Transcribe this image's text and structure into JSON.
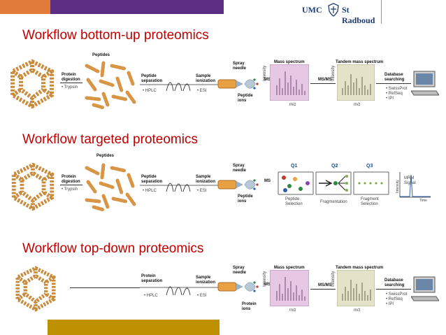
{
  "brand": {
    "colors": {
      "orange": "#e07b39",
      "purple": "#5b2d83",
      "gold": "#bf9000",
      "red": "#c00000",
      "umc_blue": "#1f3b73"
    },
    "logo_left": "UMC",
    "logo_right": "St Radboud"
  },
  "workflows": [
    {
      "title": "Workflow bottom-up proteomics",
      "peptides_label": "Peptides",
      "digestion_label": "Protein digestion",
      "digestion_detail": "• Trypsin",
      "separation_label": "Peptide separation",
      "separation_detail": "• HPLC",
      "ionization_label": "Sample ionization",
      "ionization_detail": "• ESI",
      "spray_label": "Spray needle",
      "ions_label": "Peptide ions",
      "ms_label": "MS",
      "ms_spectrum_label": "Mass spectrum",
      "msms_label": "MS/MS",
      "tandem_label": "Tandem mass spectrum",
      "axis_intensity": "Intensity",
      "axis_mz": "m/z",
      "database_label": "Database searching",
      "database_items": [
        "• SwissProt",
        "• RefSeq",
        "• IPI"
      ]
    },
    {
      "title": "Workflow targeted proteomics",
      "peptides_label": "Peptides",
      "digestion_label": "Protein digestion",
      "digestion_detail": "• Trypsin",
      "separation_label": "Peptide separation",
      "separation_detail": "• HPLC",
      "ionization_label": "Sample ionization",
      "ionization_detail": "• ESI",
      "spray_label": "Spray needle",
      "ions_label": "Peptide ions",
      "ms_label": "MS",
      "q1_label": "Q1",
      "q2_label": "Q2",
      "q3_label": "Q3",
      "q1_caption": "Peptide Selection",
      "q2_caption": "Fragmentation",
      "q3_caption": "Fragment Selection",
      "signal_label": "MRM Signal",
      "axis_intensity": "Intensity",
      "axis_time": "Time"
    },
    {
      "title": "Workflow top-down proteomics",
      "separation_label": "Protein separation",
      "separation_detail": "• HPLC",
      "ionization_label": "Sample ionization",
      "ionization_detail": "• ESI",
      "spray_label": "Spray needle",
      "ions_label": "Protein ions",
      "ms_label": "MS",
      "ms_spectrum_label": "Mass spectrum",
      "msms_label": "MS/MS",
      "tandem_label": "Tandem mass spectrum",
      "axis_intensity": "Intensity",
      "axis_mz": "m/z",
      "database_label": "Database searching",
      "database_items": [
        "• SwissProt",
        "• RefSeq",
        "• IPI"
      ]
    }
  ]
}
